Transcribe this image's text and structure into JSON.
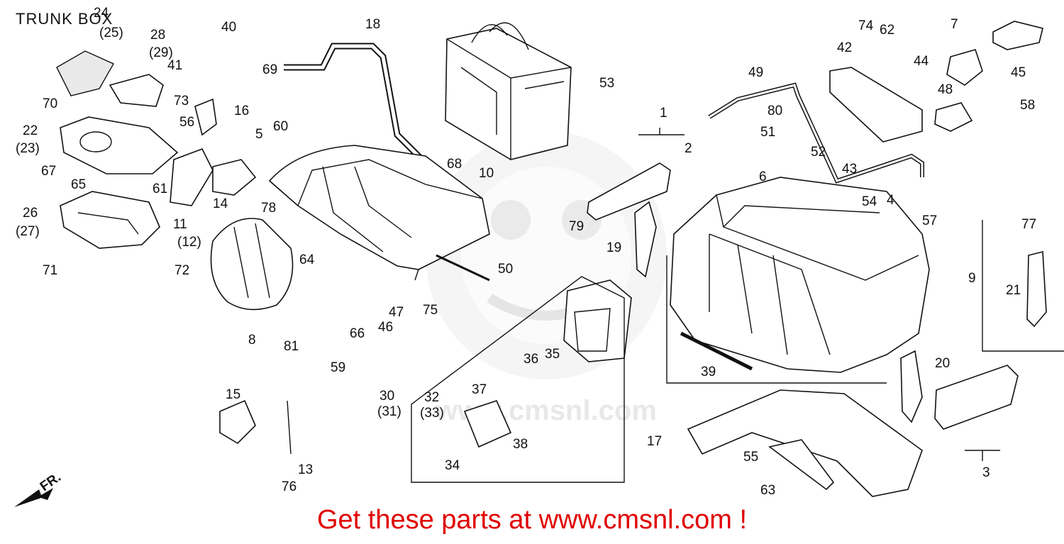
{
  "diagram": {
    "title": "TRUNK BOX",
    "footer": "Get these parts at www.cmsnl.com !",
    "watermark_text": "www.cmsnl.com",
    "callouts": [
      "1",
      "2",
      "3",
      "4",
      "5",
      "6",
      "7",
      "8",
      "9",
      "10",
      "11",
      "(12)",
      "13",
      "14",
      "15",
      "16",
      "17",
      "18",
      "19",
      "20",
      "21",
      "22",
      "(23)",
      "24",
      "(25)",
      "26",
      "(27)",
      "28",
      "(29)",
      "30",
      "(31)",
      "32",
      "(33)",
      "34",
      "35",
      "36",
      "37",
      "38",
      "39",
      "40",
      "41",
      "42",
      "43",
      "44",
      "45",
      "46",
      "47",
      "48",
      "49",
      "50",
      "51",
      "52",
      "53",
      "54",
      "55",
      "56",
      "57",
      "58",
      "59",
      "60",
      "61",
      "62",
      "63",
      "64",
      "65",
      "66",
      "67",
      "68",
      "69",
      "70",
      "71",
      "72",
      "73",
      "74",
      "75",
      "76",
      "77",
      "78",
      "79",
      "80",
      "81"
    ],
    "direction_label": "FR."
  }
}
